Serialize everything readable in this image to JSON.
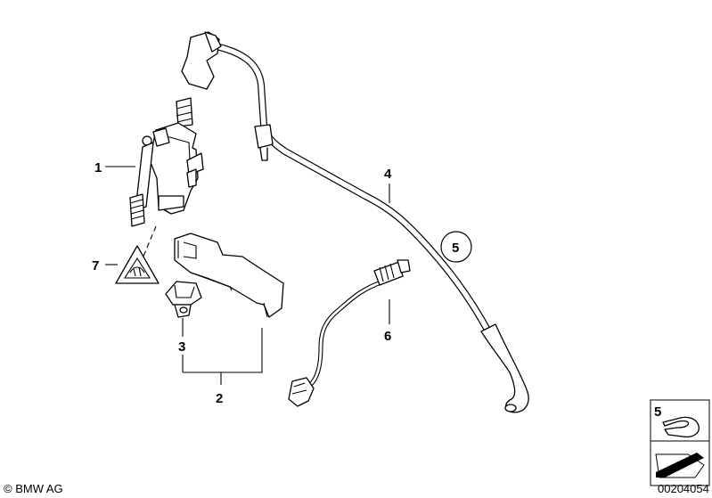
{
  "labels": {
    "p1": "1",
    "p2": "2",
    "p3": "3",
    "p4": "4",
    "p5": "5",
    "p6": "6",
    "p7": "7",
    "legend_num": "5"
  },
  "footer": {
    "copyright": "© BMW AG",
    "diagram_id": "00204054"
  }
}
